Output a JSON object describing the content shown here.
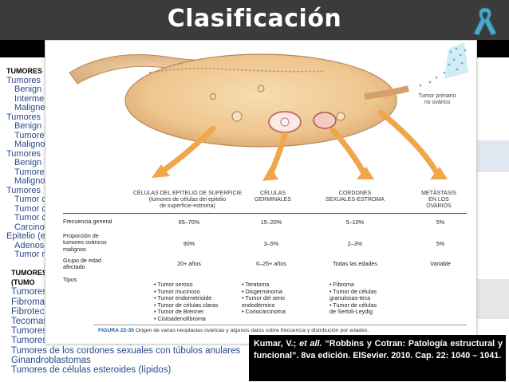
{
  "slide": {
    "title": "Clasificación",
    "ribbon_color": "#4aa8c8"
  },
  "background_left_list": {
    "header": "TUMORES",
    "items": [
      {
        "text": "Tumores",
        "indent": false
      },
      {
        "text": "Benign",
        "indent": true
      },
      {
        "text": "Interme",
        "indent": true
      },
      {
        "text": "Maligne",
        "indent": true
      },
      {
        "text": "Tumores",
        "indent": false
      },
      {
        "text": "Benign",
        "indent": true
      },
      {
        "text": "Tumore",
        "indent": true
      },
      {
        "text": "Maligno",
        "indent": true
      },
      {
        "text": "Tumores",
        "indent": false
      },
      {
        "text": "Benign",
        "indent": true
      },
      {
        "text": "Tumore",
        "indent": true
      },
      {
        "text": "Maligno",
        "indent": true
      },
      {
        "text": "Tumores",
        "indent": false
      },
      {
        "text": "Tumor c",
        "indent": true
      },
      {
        "text": "Tumor c",
        "indent": true
      },
      {
        "text": "Tumor c",
        "indent": true
      },
      {
        "text": "Carcino",
        "indent": true
      },
      {
        "text": "Epitelio (e",
        "indent": false
      },
      {
        "text": "Adenos",
        "indent": true
      },
      {
        "text": "Tumor r",
        "indent": true
      }
    ]
  },
  "background_bottom_list": {
    "header": "TUMORES",
    "header2": "(TUMO",
    "items": [
      "Tumores",
      "Fibroma",
      "Fibrotec",
      "Tecomas",
      "Tumores",
      "Tumores de células de Leydig",
      "Tumores de los cordones sexuales con túbulos anulares",
      "Ginandroblastomas",
      "Tumores de células esteroides (lípidos)"
    ]
  },
  "figure": {
    "tumor_label": [
      "Tumor primario",
      "no ovárico"
    ],
    "columns": [
      {
        "lines": [
          "CÉLULAS DEL EPITELIO DE SUPERFICIE",
          "(tumores de células del epitelio",
          "de superficie-estroma)"
        ]
      },
      {
        "lines": [
          "CÉLULAS",
          "GERMINALES"
        ]
      },
      {
        "lines": [
          "CORDONES",
          "SEXUALES-ESTROMA"
        ]
      },
      {
        "lines": [
          "METÁSTASIS",
          "EN LOS",
          "OVARIOS"
        ]
      }
    ],
    "rows": [
      {
        "label": [
          "Frecuencia general"
        ],
        "values": [
          "65–70%",
          "15–20%",
          "5–10%",
          "5%"
        ]
      },
      {
        "label": [
          "Proporción de",
          "tumores ováricos",
          "malignos"
        ],
        "values": [
          "90%",
          "3–5%",
          "2–3%",
          "5%"
        ]
      },
      {
        "label": [
          "Grupo de edad",
          "afectado"
        ],
        "values": [
          "20+ años",
          "0–25+ años",
          "Todas las edades",
          "Variable"
        ]
      }
    ],
    "types_label": "Tipos",
    "types": [
      [
        "• Tumor seroso",
        "• Tumor mucinoso",
        "• Tumor endometrioide",
        "• Tumor de células claras",
        "• Tumor de Brenner",
        "• Cistoadenofibroma"
      ],
      [
        "• Teratoma",
        "• Disgerminoma",
        "• Tumor del seno",
        "  endodérmico",
        "• Coriocarcinoma"
      ],
      [
        "• Fibroma",
        "• Tumor de células",
        "  granulosas-teca",
        "• Tumor de células",
        "  de Sertoli-Leydig"
      ]
    ],
    "caption_fig": "FIGURA 22-35",
    "caption_text": "Origen de varias neoplasias ováricas y algunos datos sobre frecuencia y distribución por edades."
  },
  "reference": {
    "authors": "Kumar, V.;",
    "etal": "et all.",
    "rest": "“Robbins y Cotran: Patología estructural y funcional”. 8va edición. ElSevier. 2010. Cap. 22: 1040 – 1041."
  }
}
